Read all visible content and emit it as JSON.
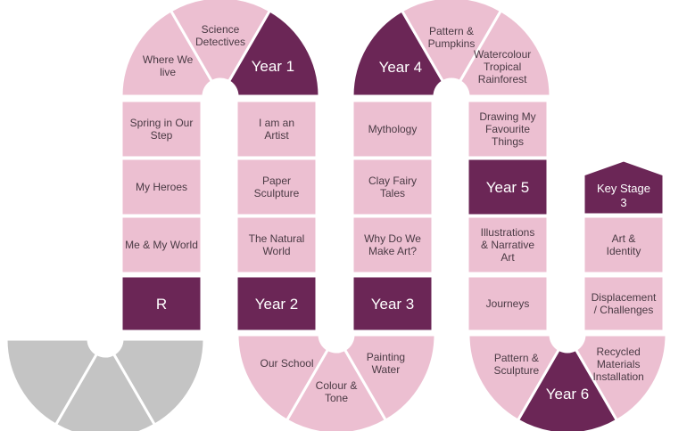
{
  "board": {
    "start": "R",
    "column1": [
      "Me & My World",
      "My Heroes",
      "Spring in Our Step"
    ],
    "top_arc_1": [
      "Where We live",
      "Science Detectives",
      "Year 1"
    ],
    "column2": [
      "I am an Artist",
      "Paper Sculpture",
      "The Natural World"
    ],
    "year2": "Year 2",
    "bottom_arc_1": [
      "Our School",
      "Colour & Tone",
      "Painting Water"
    ],
    "year3": "Year 3",
    "column3": [
      "Why Do We Make Art?",
      "Clay Fairy Tales",
      "Mythology"
    ],
    "top_arc_2": [
      "Year 4",
      "Pattern & Pumpkins",
      "Watercolour Tropical Rainforest"
    ],
    "column4": [
      "Drawing My Favourite Things",
      "Year 5",
      "Illustrations & Narrative Art",
      "Journeys"
    ],
    "bottom_arc_2": [
      "Pattern & Sculpture",
      "Year 6",
      "Recycled Materials Installation"
    ],
    "column5": [
      "Displacement / Challenges",
      "Art & Identity"
    ],
    "finish": "Key Stage 3"
  },
  "colors": {
    "pink": "#ecbfd1",
    "dark": "#6b2656",
    "grey": "#c4c4c4"
  }
}
